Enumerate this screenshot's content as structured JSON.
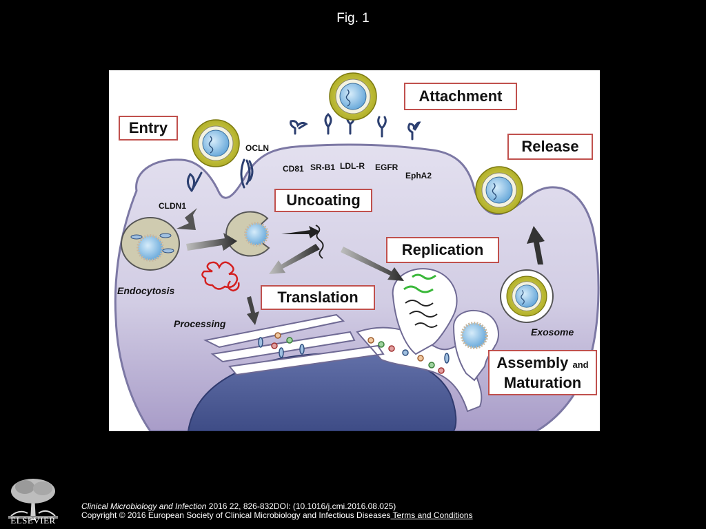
{
  "figure": {
    "title": "Fig. 1"
  },
  "stages": {
    "attachment": "Attachment",
    "entry": "Entry",
    "release": "Release",
    "uncoating": "Uncoating",
    "replication": "Replication",
    "translation": "Translation",
    "assembly_line1": "Assembly",
    "assembly_and": "and",
    "assembly_line2": "Maturation"
  },
  "receptors": {
    "cd81": "CD81",
    "srb1": "SR-B1",
    "ldlr": "LDL-R",
    "egfr": "EGFR",
    "epha2": "EphA2",
    "ocln": "OCLN",
    "cldn1": "CLDN1"
  },
  "processes": {
    "endocytosis": "Endocytosis",
    "processing": "Processing",
    "exosome": "Exosome"
  },
  "footer": {
    "journal": "Clinical Microbiology and Infection",
    "citation_rest": " 2016 22, 826-832DOI: (10.1016/j.cmi.2016.08.025)",
    "copyright": "Copyright © 2016 European Society of Clinical Microbiology and Infectious Diseases",
    "terms_link": " Terms and Conditions",
    "publisher_logo_text": "ELSEVIER"
  },
  "colors": {
    "background": "#000000",
    "cell": "#d8d4e8",
    "nucleus": "#4f5e96",
    "label_border": "#c0504d",
    "virion_envelope": "#c8c428",
    "virion_core": "#7fb8e0",
    "receptor": "#2c3f70",
    "rna_red": "#d42020",
    "rna_green": "#3ab83a"
  }
}
